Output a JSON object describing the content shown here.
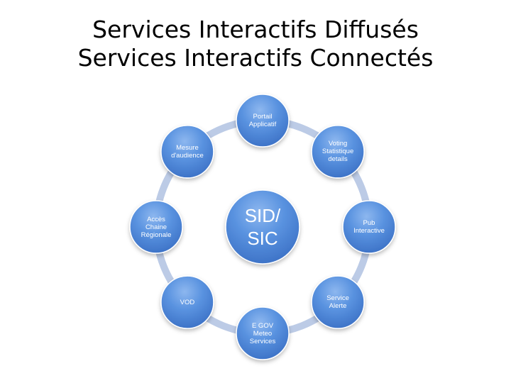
{
  "title": {
    "line1": "Services Interactifs Diffusés",
    "line2": "Services Interactifs Connectés"
  },
  "hub": {
    "lines": [
      "SID/",
      "SIC"
    ]
  },
  "nodes": [
    {
      "lines": [
        "Portail",
        "Applicatif"
      ]
    },
    {
      "lines": [
        "Voting",
        "Statistique",
        "details"
      ]
    },
    {
      "lines": [
        "Pub",
        "Interactive"
      ]
    },
    {
      "lines": [
        "Service",
        "Alerte"
      ]
    },
    {
      "lines": [
        "E GOV",
        "Meteo",
        "Services"
      ]
    },
    {
      "lines": [
        "VOD"
      ]
    },
    {
      "lines": [
        "Accès",
        "Chaine",
        "Régionale"
      ]
    },
    {
      "lines": [
        "Mesure",
        "d'audience"
      ]
    }
  ],
  "colors": {
    "node_fill": "#4a86d8",
    "ring": "#bccbe6",
    "text": "#ffffff"
  }
}
